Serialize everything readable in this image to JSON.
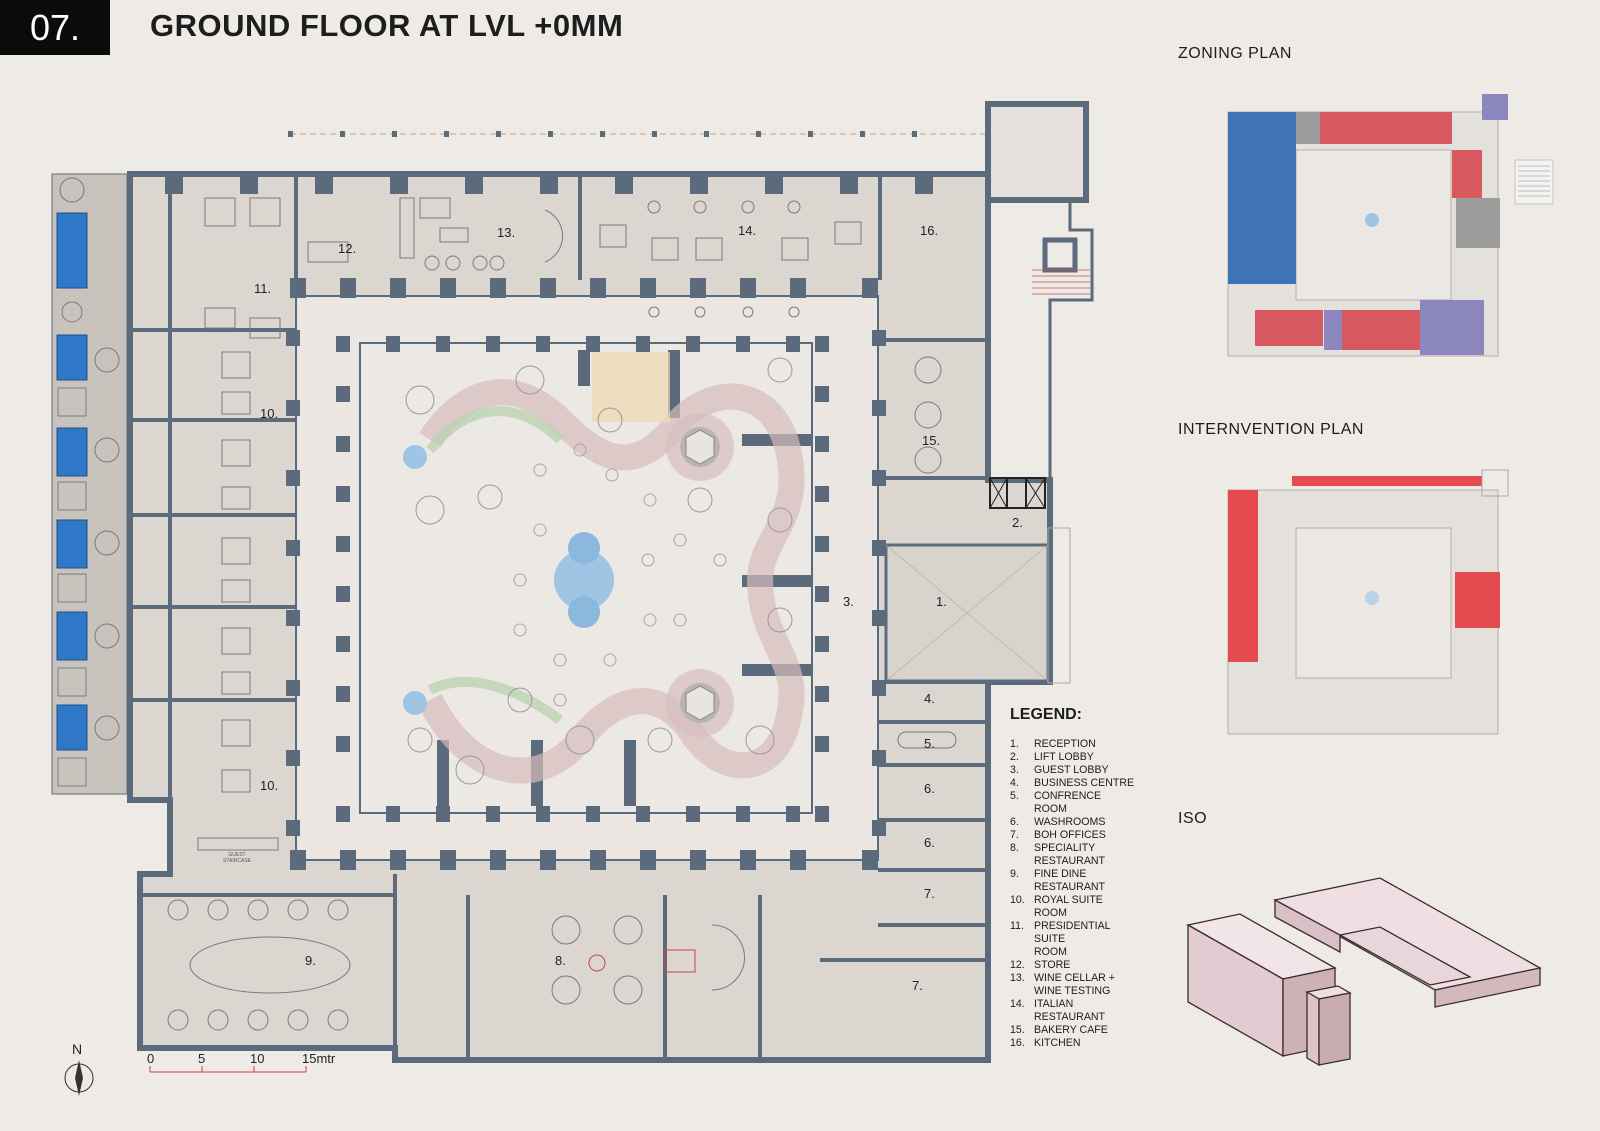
{
  "header": {
    "sheet_number": "07.",
    "title": "GROUND FLOOR AT LVL +0MM"
  },
  "sections": {
    "zoning": "ZONING PLAN",
    "intervention": "INTERNVENTION PLAN",
    "iso": "ISO"
  },
  "legend": {
    "title": "LEGEND:",
    "items": [
      {
        "n": "1.",
        "lines": [
          "RECEPTION"
        ]
      },
      {
        "n": "2.",
        "lines": [
          "LIFT LOBBY"
        ]
      },
      {
        "n": "3.",
        "lines": [
          "GUEST LOBBY"
        ]
      },
      {
        "n": "4.",
        "lines": [
          "BUSINESS CENTRE"
        ]
      },
      {
        "n": "5.",
        "lines": [
          "CONFRENCE",
          "ROOM"
        ]
      },
      {
        "n": "6.",
        "lines": [
          "WASHROOMS"
        ]
      },
      {
        "n": "7.",
        "lines": [
          "BOH OFFICES"
        ]
      },
      {
        "n": "8.",
        "lines": [
          "SPECIALITY",
          "RESTAURANT"
        ]
      },
      {
        "n": "9.",
        "lines": [
          "FINE DINE",
          "RESTAURANT"
        ]
      },
      {
        "n": "10.",
        "lines": [
          "ROYAL SUITE",
          "ROOM"
        ]
      },
      {
        "n": "11.",
        "lines": [
          "PRESIDENTIAL SUITE",
          "ROOM"
        ]
      },
      {
        "n": "12.",
        "lines": [
          "STORE"
        ]
      },
      {
        "n": "13.",
        "lines": [
          "WINE CELLAR +",
          "WINE TESTING"
        ]
      },
      {
        "n": "14.",
        "lines": [
          "ITALIAN",
          "RESTAURANT"
        ]
      },
      {
        "n": "15.",
        "lines": [
          "BAKERY CAFE"
        ]
      },
      {
        "n": "16.",
        "lines": [
          "KITCHEN"
        ]
      }
    ]
  },
  "room_labels": {
    "r1": "1.",
    "r2": "2.",
    "r3": "3.",
    "r4": "4.",
    "r5": "5.",
    "r6a": "6.",
    "r6b": "6.",
    "r7a": "7.",
    "r7b": "7.",
    "r8": "8.",
    "r9": "9.",
    "r10a": "10.",
    "r10b": "10.",
    "r11": "11.",
    "r12": "12.",
    "r13": "13.",
    "r14": "14.",
    "r15": "15.",
    "r16": "16."
  },
  "plan_text": {
    "guest_staircase_1": "GUEST",
    "guest_staircase_2": "STAIRCASE"
  },
  "north": "N",
  "scale": {
    "t0": "0",
    "t5": "5",
    "t10": "10",
    "t15": "15mtr"
  },
  "colors": {
    "wall": "#5b6b7c",
    "floor": "#dcd6d1",
    "pool": "#2f78c8",
    "courtyard": "#ece8e3",
    "zoning_blue": "#3f73b8",
    "zoning_red": "#d7585e",
    "zoning_purple": "#8c86bf",
    "intervention_red": "#e44a4f",
    "iso_fill": "#efdfe2"
  }
}
